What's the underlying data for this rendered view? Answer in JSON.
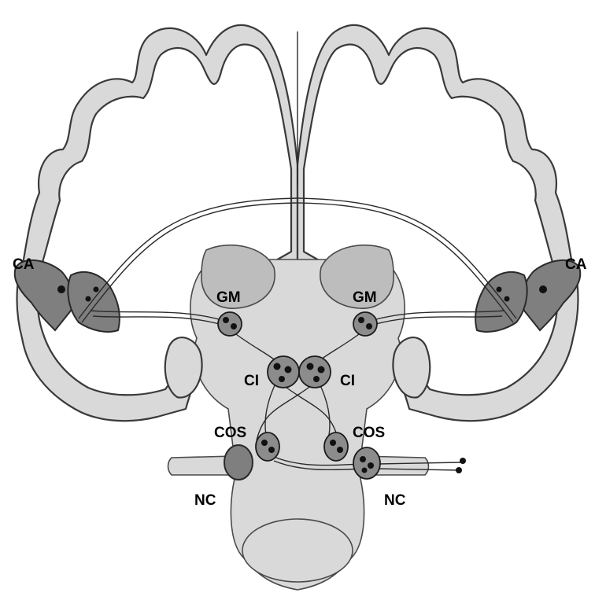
{
  "labels": {
    "ca_left": "CA",
    "ca_right": "CA",
    "gm_left": "GM",
    "gm_right": "GM",
    "ci_left": "CI",
    "ci_right": "CI",
    "cos_left": "COS",
    "cos_right": "COS",
    "nc_left": "NC",
    "nc_right": "NC"
  },
  "colors": {
    "cortex": "#d9d9d9",
    "white_matter": "#ffffff",
    "thalamus": "#bdbdbd",
    "auditory_cortex": "#7f7f7f",
    "nuclei": "#8c8c8c",
    "neurons": "#111111"
  }
}
